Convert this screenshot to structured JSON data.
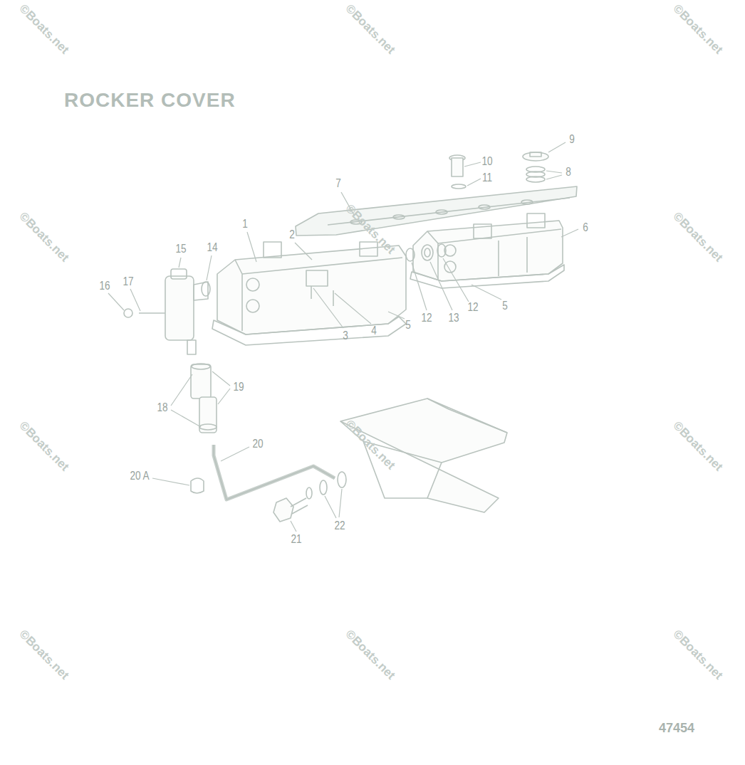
{
  "diagram": {
    "title": "ROCKER COVER",
    "labels": [
      "©Boats.net",
      "©Boats.net",
      "©Boats.net",
      "9",
      "10",
      "8",
      "11",
      "7",
      "1",
      "6",
      "15",
      "14",
      "2",
      "16",
      "17",
      "12",
      "13",
      "12",
      "5",
      "5",
      "3",
      "4",
      "19",
      "18",
      "20",
      "20 A",
      "22",
      "21",
      "©Boats.net",
      "©Boats.net",
      "©Boats.net",
      "©Boats.net",
      "©Boats.net",
      "©Boats.net",
      "©Boats.net",
      "©Boats.net",
      "©Boats.net",
      "47454"
    ]
  }
}
